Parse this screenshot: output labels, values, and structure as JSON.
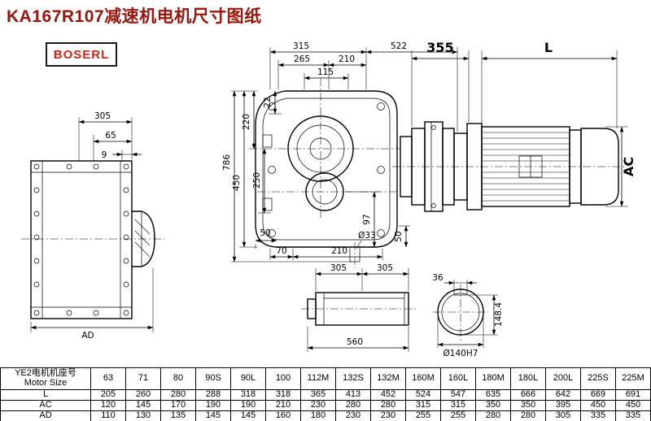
{
  "title": "KA167R107减速机电机尺寸图纸",
  "logo_text": "BOSERL",
  "colors": {
    "title_text": "#99150b",
    "logo_text": "#cf2518",
    "line": "#000000"
  },
  "dims": {
    "side_view": {
      "w305": "305",
      "w65": "65",
      "w9": "9",
      "ad": "AD"
    },
    "front_top": {
      "d315": "315",
      "d522": "522",
      "d265": "265",
      "d210": "210",
      "d115": "115"
    },
    "front_left": {
      "d22": "22",
      "d220": "220",
      "d250": "250",
      "d450": "450",
      "d786": "786"
    },
    "front_right": {
      "d97": "97"
    },
    "front_bottom": {
      "d50_left": "50",
      "d70": "70",
      "d210": "210",
      "d50_right": "50",
      "d33": "Ø33"
    },
    "motor": {
      "d355": "355",
      "len": "L",
      "ac": "AC"
    },
    "shaft": {
      "d305_a": "305",
      "d305_b": "305",
      "d560": "560"
    },
    "bore": {
      "d36": "36",
      "d148_4": "148.4",
      "d140": "Ø140H7"
    }
  },
  "table": {
    "header_cn": "YE2电机机座号",
    "header_en": "Motor Size",
    "sizes": [
      "63",
      "71",
      "80",
      "90S",
      "90L",
      "100",
      "112M",
      "132S",
      "132M",
      "160M",
      "160L",
      "180M",
      "180L",
      "200L",
      "225S",
      "225M"
    ],
    "rows": [
      {
        "label": "L",
        "values": [
          "205",
          "260",
          "280",
          "288",
          "318",
          "318",
          "365",
          "413",
          "452",
          "524",
          "547",
          "635",
          "666",
          "642",
          "669",
          "691"
        ]
      },
      {
        "label": "AC",
        "values": [
          "120",
          "145",
          "170",
          "190",
          "190",
          "210",
          "230",
          "280",
          "280",
          "315",
          "315",
          "350",
          "350",
          "395",
          "450",
          "450"
        ]
      },
      {
        "label": "AD",
        "values": [
          "110",
          "130",
          "135",
          "145",
          "145",
          "160",
          "180",
          "230",
          "230",
          "255",
          "255",
          "280",
          "280",
          "305",
          "335",
          "335"
        ]
      }
    ]
  }
}
